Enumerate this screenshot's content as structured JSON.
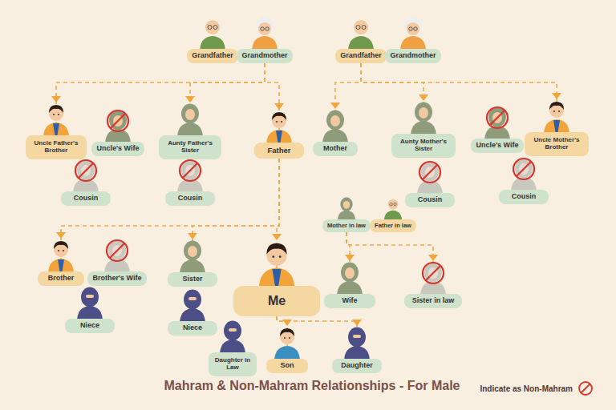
{
  "diagram": {
    "title": "Mahram & Non-Mahram Relationships - For Male",
    "nodes": [
      {
        "text": [
          "Grandfather"
        ]
      },
      {
        "text": [
          "Grandmother"
        ]
      },
      {
        "text": [
          "Grandfather"
        ]
      },
      {
        "text": [
          "Grandmother"
        ]
      },
      {
        "text": [
          "Uncle Father's Brother"
        ]
      },
      {
        "text": [
          "Uncle's Wife"
        ]
      },
      {
        "text": [
          "Aunty Father's Sister"
        ]
      },
      {
        "text": [
          "Father"
        ]
      },
      {
        "text": [
          "Mother"
        ]
      },
      {
        "text": [
          "Aunty Mother's Sister"
        ]
      },
      {
        "text": [
          "Uncle's Wife"
        ]
      },
      {
        "text": [
          "Uncle Mother's Brother"
        ]
      },
      {
        "text": [
          "Cousin"
        ]
      },
      {
        "text": [
          "Cousin"
        ]
      },
      {
        "text": [
          "Cousin"
        ]
      },
      {
        "text": [
          "Cousin"
        ]
      },
      {
        "text": [
          "Mother in law"
        ]
      },
      {
        "text": [
          "Father in law"
        ]
      },
      {
        "text": [
          "Brother"
        ]
      },
      {
        "text": [
          "Brother's Wife"
        ]
      },
      {
        "text": [
          "Sister"
        ]
      },
      {
        "text": [
          "Me"
        ]
      },
      {
        "text": [
          "Wife"
        ]
      },
      {
        "text": [
          "Sister in law"
        ]
      },
      {
        "text": [
          "Niece"
        ]
      },
      {
        "text": [
          "Niece"
        ]
      },
      {
        "text": [
          "Daughter in Law"
        ]
      },
      {
        "text": [
          "Son"
        ]
      },
      {
        "text": [
          "Daughter"
        ]
      }
    ],
    "edges": [
      {
        "from": 1,
        "to": 4,
        "arrow": "to"
      },
      {
        "from": 1,
        "to": 6,
        "arrow": "to"
      },
      {
        "from": 1,
        "to": 7,
        "arrow": "to"
      },
      {
        "from": 2,
        "to": 8,
        "arrow": "to"
      },
      {
        "from": 2,
        "to": 9,
        "arrow": "to"
      },
      {
        "from": 2,
        "to": 11,
        "arrow": "to"
      },
      {
        "from": 7,
        "to": 18,
        "arrow": "to"
      },
      {
        "from": 7,
        "to": 20,
        "arrow": "to"
      },
      {
        "from": 7,
        "to": 21,
        "arrow": "to"
      },
      {
        "from": 16,
        "to": 22,
        "arrow": "to"
      },
      {
        "from": 16,
        "to": 23,
        "arrow": "to"
      },
      {
        "from": 21,
        "to": 27,
        "arrow": "to"
      },
      {
        "from": 21,
        "to": 28,
        "arrow": "to"
      }
    ],
    "legend": [
      {
        "text": "Indicate as Non-Mahram"
      }
    ]
  }
}
